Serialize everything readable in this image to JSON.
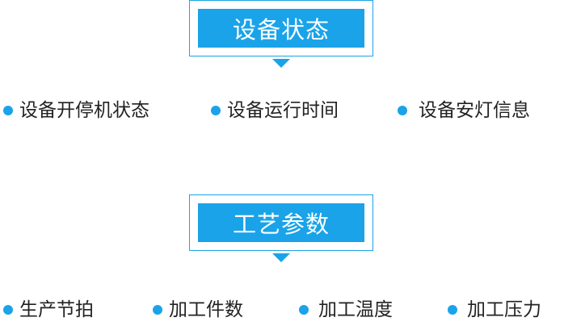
{
  "colors": {
    "accent": "#1aa3e8",
    "text": "#222222",
    "header_text": "#ffffff"
  },
  "sections": [
    {
      "title": "设备状态",
      "items": [
        "设备开停机状态",
        "设备运行时间",
        "设备安灯信息"
      ]
    },
    {
      "title": "工艺参数",
      "items": [
        "生产节拍",
        "加工件数",
        "加工温度",
        "加工压力"
      ]
    }
  ]
}
